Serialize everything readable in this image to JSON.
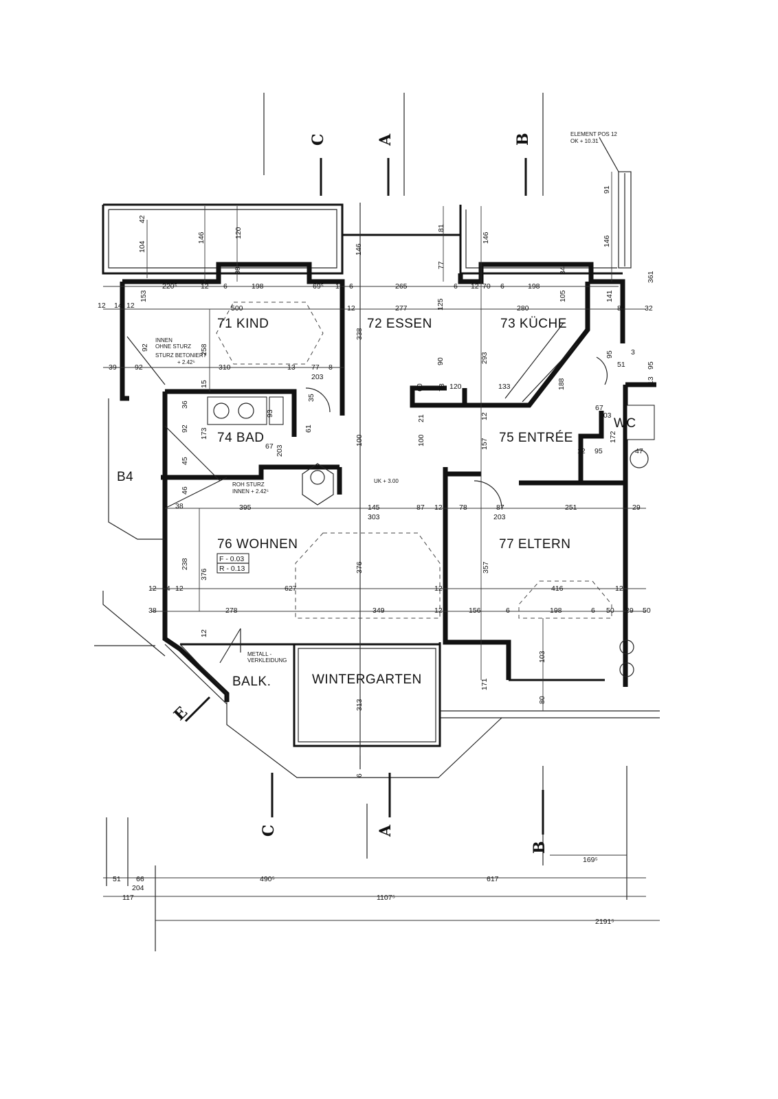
{
  "rooms": {
    "kind": "71 KIND",
    "essen": "72 ESSEN",
    "kueche": "73 KÜCHE",
    "bad": "74 BAD",
    "entree": "75 ENTRÉE",
    "wohnen": "76 WOHNEN",
    "eltern": "77 ELTERN",
    "wc": "WC",
    "wintergarten": "WINTERGARTEN",
    "balkon": "BALK.",
    "b4": "B4"
  },
  "levels": {
    "fertig": "F - 0.03",
    "roh": "R - 0.13"
  },
  "notes": {
    "element_pos_1": "ELEMENT POS 12",
    "element_pos_2": "OK + 10.31",
    "innen_sturz_1": "INNEN",
    "innen_sturz_2": "OHNE STURZ",
    "sturz_beton_1": "STURZ BETONIERT",
    "sturz_beton_2": "+ 2.42⁵",
    "roh_sturz_1": "ROH STURZ",
    "roh_sturz_2": "INNEN + 2.42⁵",
    "metall_1": "METALL -",
    "metall_2": "VERKLEIDUNG",
    "uk": "UK + 3.00"
  },
  "section_marks": {
    "c_top": "C",
    "a_top": "A",
    "b_top": "B",
    "c_bottom": "C",
    "a_bottom": "A",
    "b_bottom": "B",
    "e": "E"
  },
  "dimensions": {
    "d104": "104",
    "d42": "42",
    "d146a": "146",
    "d120": "120",
    "d38a": "38",
    "d220": "220⁵",
    "d12a": "12",
    "d198a": "198",
    "d6a": "6",
    "d69": "69⁵",
    "d12b": "12",
    "d6b": "6",
    "d265": "265",
    "d6c": "6",
    "d12c": "12",
    "d70": "70",
    "d6d": "6",
    "d198b": "198",
    "d500": "500",
    "d277": "277",
    "d280": "280",
    "d87": "87",
    "d32": "32",
    "d153": "153",
    "d12l": "12",
    "d14": "14",
    "d12m": "12",
    "d146b": "146",
    "d77a": "77",
    "d81": "81",
    "d125": "125",
    "d338": "338",
    "d146c": "146",
    "d34": "34",
    "d105": "105",
    "d141": "141",
    "d361": "361",
    "d91": "91",
    "d146d": "146",
    "d258": "258",
    "d92a": "92",
    "d39": "39",
    "d92b": "92",
    "d310": "310",
    "d13": "13",
    "d77b": "77",
    "d8": "8",
    "d203a": "203",
    "d293": "293",
    "d90": "90",
    "d95a": "95",
    "d51": "51",
    "d3": "3",
    "d13b": "13",
    "d95b": "95",
    "d60": "60",
    "d78": "78",
    "d120b": "120",
    "d12d": "12",
    "d133": "133",
    "d188": "188",
    "d36": "36",
    "d92c": "92",
    "d173": "173",
    "d93": "93",
    "d35": "35",
    "d61": "61",
    "d203b": "203",
    "d67a": "67",
    "d15": "15",
    "d100a": "100",
    "d100b": "100",
    "d157": "157",
    "d21": "21",
    "d12e": "12",
    "d67b": "67",
    "d203c": "203",
    "d172": "172",
    "d95c": "95",
    "d12f": "12",
    "d47": "47",
    "d45": "45",
    "d46": "46",
    "d38b": "38",
    "d395": "395",
    "d145": "145",
    "d87b": "87",
    "d12g": "12",
    "d78b": "78",
    "d87c": "87",
    "d251": "251",
    "d29a": "29",
    "d303": "303",
    "d203d": "203",
    "d376a": "376",
    "d238": "238",
    "d376b": "376",
    "d357": "357",
    "d627": "627",
    "d416": "416",
    "d12h": "12",
    "d04": "04",
    "d12i": "12",
    "d12j": "12",
    "d12k": "12",
    "d38c": "38",
    "d278": "278",
    "d349": "349",
    "d12n": "12",
    "d156": "156",
    "d6e": "6",
    "d198c": "198",
    "d6f": "6",
    "d50a": "50",
    "d29b": "29",
    "d50b": "50",
    "d12o": "12",
    "d103": "103",
    "d171": "171",
    "d80": "80",
    "d313": "313",
    "d6g": "6",
    "d169": "169⁵",
    "d51b": "51",
    "d66": "66",
    "d204": "204",
    "d490": "490⁵",
    "d617": "617",
    "d117": "117",
    "d1107": "1107⁵",
    "d2191": "2191⁵"
  }
}
